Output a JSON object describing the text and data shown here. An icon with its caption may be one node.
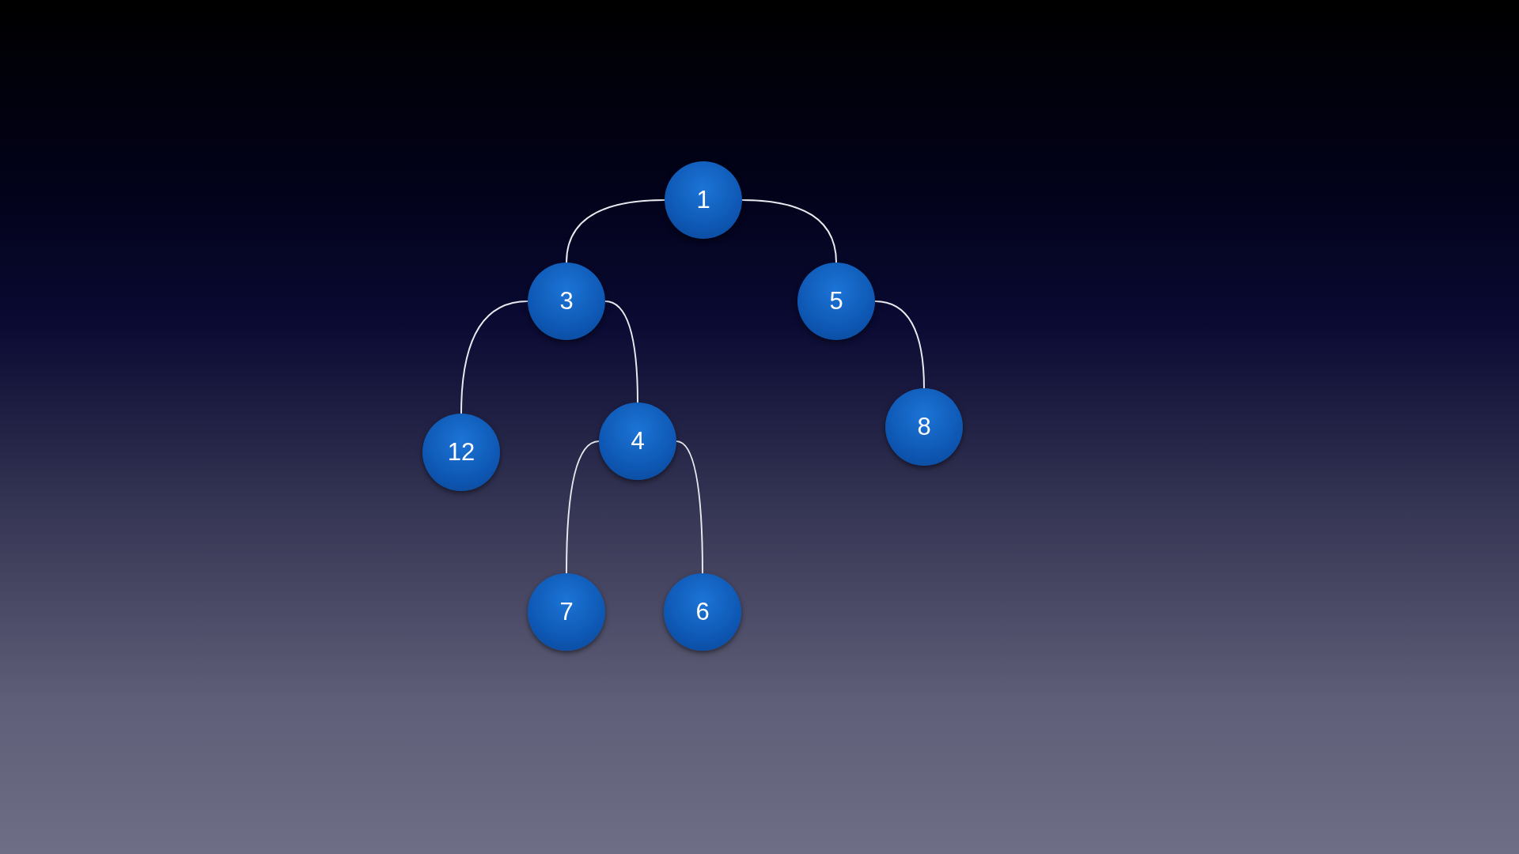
{
  "diagram": {
    "nodes": [
      {
        "text": [
          "1"
        ]
      },
      {
        "text": [
          "3"
        ]
      },
      {
        "text": [
          "5"
        ]
      },
      {
        "text": [
          "12"
        ]
      },
      {
        "text": [
          "4"
        ]
      },
      {
        "text": [
          "8"
        ]
      },
      {
        "text": [
          "7"
        ]
      },
      {
        "text": [
          "6"
        ]
      }
    ],
    "edges": [
      {
        "from": 0,
        "to": 1,
        "arrow": "none"
      },
      {
        "from": 0,
        "to": 2,
        "arrow": "none"
      },
      {
        "from": 1,
        "to": 3,
        "arrow": "none"
      },
      {
        "from": 1,
        "to": 4,
        "arrow": "none"
      },
      {
        "from": 2,
        "to": 5,
        "arrow": "none"
      },
      {
        "from": 4,
        "to": 6,
        "arrow": "none"
      },
      {
        "from": 4,
        "to": 7,
        "arrow": "none"
      }
    ]
  }
}
